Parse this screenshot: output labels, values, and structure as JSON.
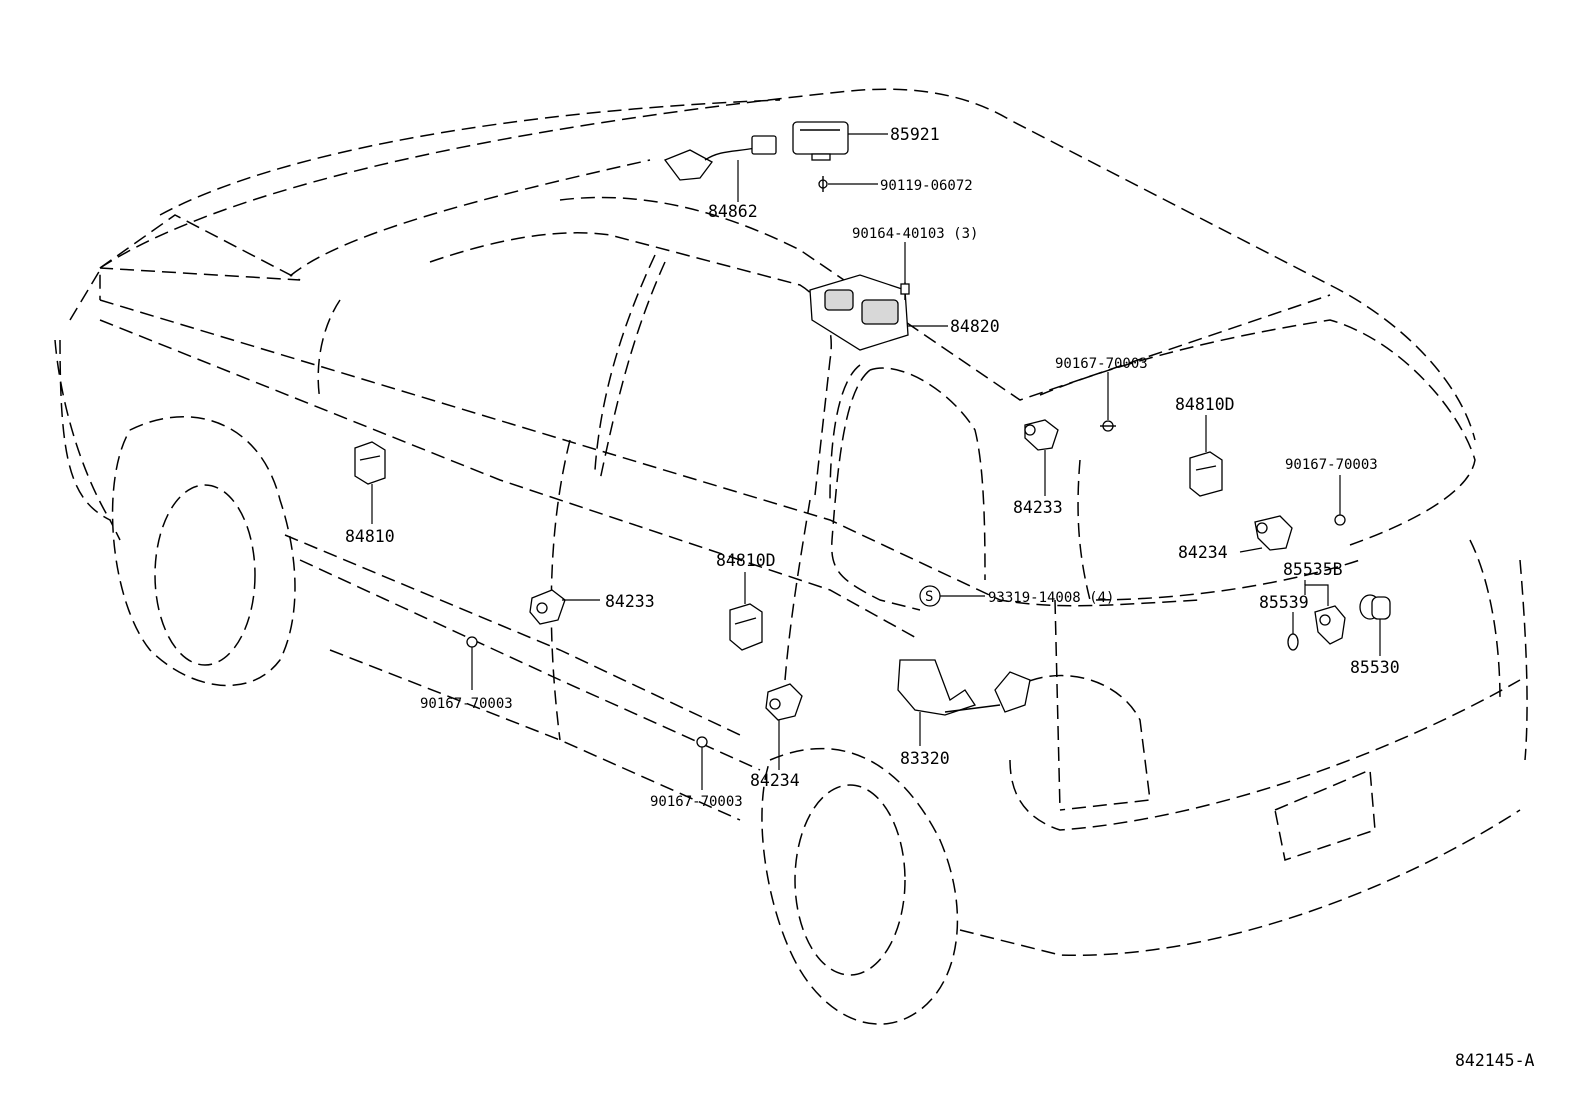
{
  "diagram": {
    "ref_code": "842145-A",
    "callouts": [
      {
        "id": "85921",
        "text": "85921"
      },
      {
        "id": "90119-06072",
        "text": "90119-06072"
      },
      {
        "id": "84862",
        "text": "84862"
      },
      {
        "id": "90164-40103",
        "text": "90164-40103 (3)"
      },
      {
        "id": "84820",
        "text": "84820"
      },
      {
        "id": "90167-70003-a",
        "text": "90167-70003"
      },
      {
        "id": "84810D-a",
        "text": "84810D"
      },
      {
        "id": "84233-a",
        "text": "84233"
      },
      {
        "id": "90167-70003-b",
        "text": "90167-70003"
      },
      {
        "id": "84234-a",
        "text": "84234"
      },
      {
        "id": "85535B",
        "text": "85535B"
      },
      {
        "id": "85539",
        "text": "85539"
      },
      {
        "id": "85530",
        "text": "85530"
      },
      {
        "id": "84810",
        "text": "84810"
      },
      {
        "id": "84810D-b",
        "text": "84810D"
      },
      {
        "id": "84233-b",
        "text": "84233"
      },
      {
        "id": "93319-14008",
        "text": "93319-14008 (4)"
      },
      {
        "id": "s-mark",
        "text": "S"
      },
      {
        "id": "90167-70003-c",
        "text": "90167-70003"
      },
      {
        "id": "83320",
        "text": "83320"
      },
      {
        "id": "84234-b",
        "text": "84234"
      },
      {
        "id": "90167-70003-d",
        "text": "90167-70003"
      }
    ]
  }
}
